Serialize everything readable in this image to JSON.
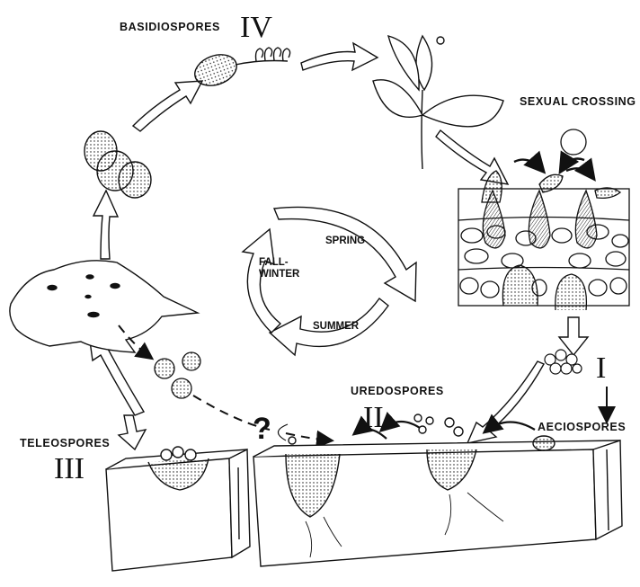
{
  "labels": {
    "basidiospores": "BASIDIOSPORES",
    "sexual_crossing": "SEXUAL CROSSING",
    "uredospores": "UREDOSPORES",
    "aeciospores": "AECIOSPORES",
    "teleospores": "TELEOSPORES"
  },
  "seasons": {
    "spring": "SPRING",
    "summer": "SUMMER",
    "fall_winter": "FALL-\nWINTER"
  },
  "stages": {
    "one": "I",
    "two": "II",
    "three": "III",
    "four": "IV"
  },
  "unknown_mark": "?",
  "colors": {
    "ink": "#111111",
    "paper": "#ffffff"
  }
}
